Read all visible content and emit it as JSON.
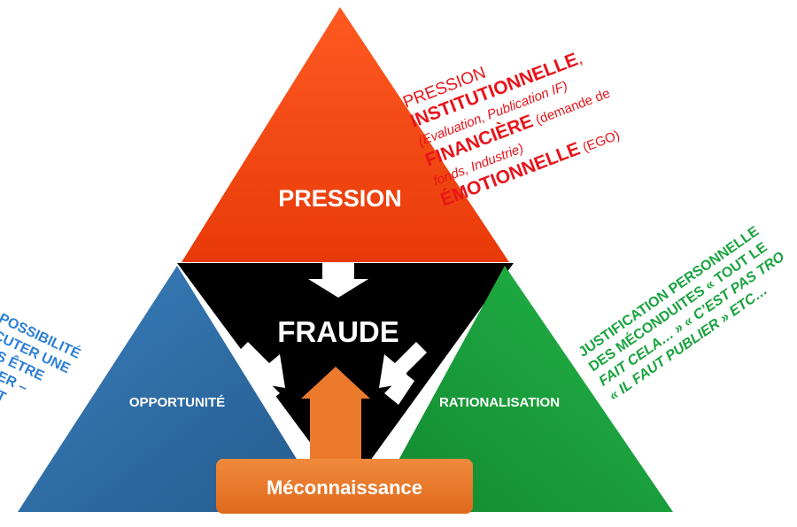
{
  "diagram": {
    "center_label": "FRAUDE",
    "top_label": "PRESSION",
    "left_label": "OPPORTUNITÉ",
    "right_label": "RATIONALISATION",
    "bottom_box_label": "Méconnaissance"
  },
  "notes": {
    "pression": {
      "line1": "PRESSION",
      "line2_bold": "INSTITUTIONNELLE",
      "line2_rest": ",",
      "line3_italic": "(Evaluation, Publication IF)",
      "line4_bold": "FINANCIÈRE",
      "line4_rest": " (demande de",
      "line5_italic": "fonds, Industrie)",
      "line6_bold": "ÉMOTIONNELLE",
      "line6_rest": " (EGO)"
    },
    "rationalisation": {
      "line1": "JUSTIFICATION PERSONNELLE",
      "line2": "DES MÉCONDUITES « TOUT LE",
      "line3": "FAIT CELA… » « C’EST PAS TRO",
      "line4": "« IL FAUT PUBLIER » ETC…"
    },
    "opportunite": {
      "line1": "POSSIBILITÉ",
      "line2": "ÉCUTER UNE",
      "line3": "ANS ÊTRE",
      "line4": "RAPER –",
      "line5": "EMENT"
    }
  },
  "colors": {
    "pression": "#f2400c",
    "opportunite": "#2e6da4",
    "rationalisation": "#19a13b",
    "center": "#000000",
    "box": "#ec7a2c",
    "note_red": "#e8141a",
    "note_green": "#1aa33f",
    "note_blue": "#2b7fd6"
  }
}
